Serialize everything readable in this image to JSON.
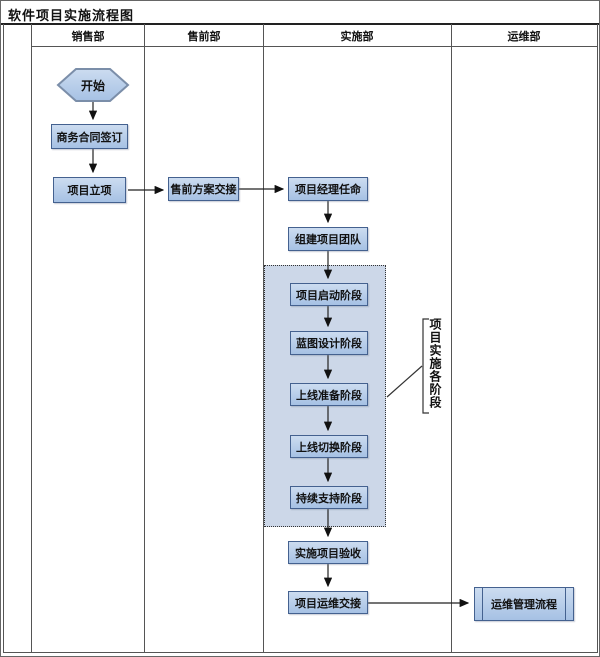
{
  "title": "软件项目实施流程图",
  "lanes": [
    {
      "label": "销售部"
    },
    {
      "label": "售前部"
    },
    {
      "label": "实施部"
    },
    {
      "label": "运维部"
    }
  ],
  "nodes": {
    "start": "开始",
    "contract": "商务合同签订",
    "initiation": "项目立项",
    "presales_handover": "售前方案交接",
    "pm_appointment": "项目经理任命",
    "team_building": "组建项目团队",
    "phase_kickoff": "项目启动阶段",
    "phase_blueprint": "蓝图设计阶段",
    "phase_golive_prep": "上线准备阶段",
    "phase_cutover": "上线切换阶段",
    "phase_support": "持续支持阶段",
    "acceptance": "实施项目验收",
    "om_handover": "项目运维交接",
    "om_process": "运维管理流程"
  },
  "bracket_label": "项目实施各阶段",
  "colors": {
    "node_fill_top": "#ccdcf0",
    "node_fill_bottom": "#a6c1e4",
    "node_border": "#44618f",
    "hexagon_border": "#7b8ea9",
    "group_fill": "#ccd7e8",
    "connector": "#222222"
  }
}
